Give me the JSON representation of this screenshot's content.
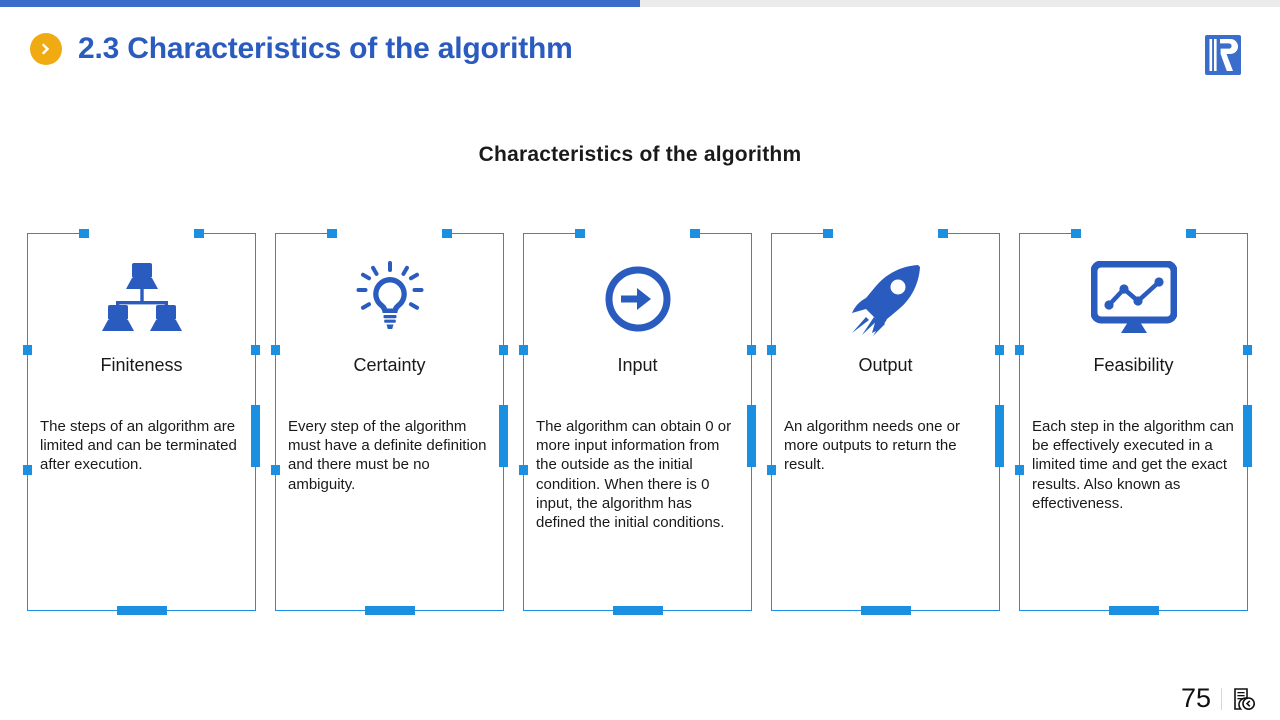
{
  "theme": {
    "accent_blue": "#2a5bbf",
    "topbar_blue": "#3b6ecb",
    "topbar_gray": "#ebebeb",
    "bullet_amber": "#f0ab12",
    "card_line_blue": "#1b8fe0",
    "icon_blue": "#2a5bbf",
    "text_dark": "#1a1a1a"
  },
  "header": {
    "bullet_icon": "chevron-right-circle-icon",
    "title": "2.3 Characteristics of the algorithm",
    "logo_icon": "book-r-logo-icon"
  },
  "section": {
    "heading": "Characteristics of the algorithm"
  },
  "cards": [
    {
      "icon": "network-hierarchy-icon",
      "title": "Finiteness",
      "body": "The steps of an algorithm are limited and can be terminated after execution."
    },
    {
      "icon": "lightbulb-icon",
      "title": "Certainty",
      "body": "Every step of the algorithm must have a definite definition and there must be no ambiguity."
    },
    {
      "icon": "arrow-right-circle-icon",
      "title": "Input",
      "body": "The algorithm can obtain 0 or more input information from the outside as the initial condition. When there is 0 input, the algorithm has defined the initial conditions."
    },
    {
      "icon": "rocket-icon",
      "title": "Output",
      "body": "An algorithm needs one or more outputs to return the result."
    },
    {
      "icon": "monitor-chart-icon",
      "title": "Feasibility",
      "body": "Each step in the algorithm can be effectively executed in a limited time and get the exact results. Also known as effectiveness."
    }
  ],
  "footer": {
    "page_number": "75",
    "icon": "document-back-icon"
  }
}
